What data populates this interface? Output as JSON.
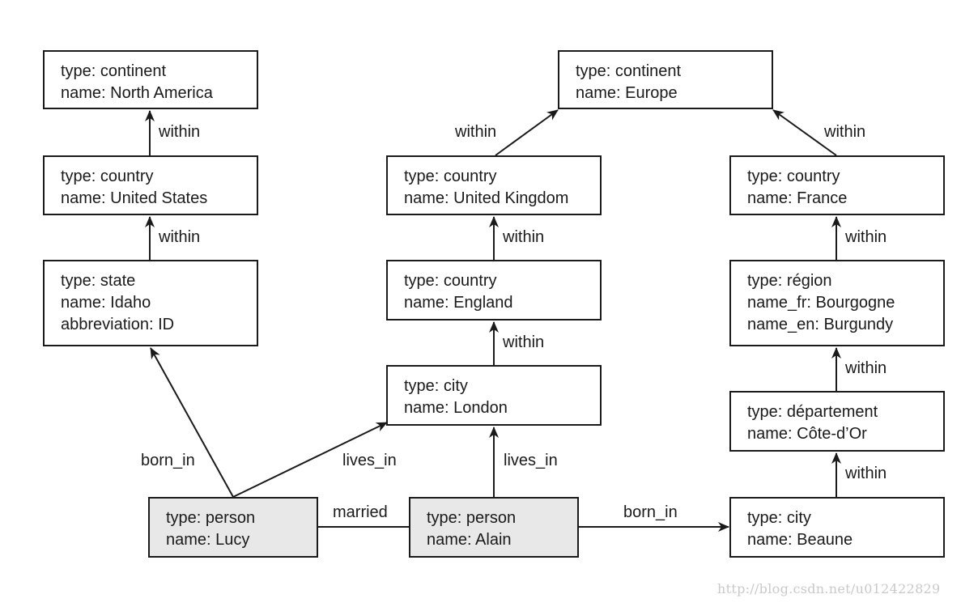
{
  "nodes": {
    "north_america": [
      "type: continent",
      "name: North America"
    ],
    "united_states": [
      "type: country",
      "name: United States"
    ],
    "idaho": [
      "type: state",
      "name: Idaho",
      "abbreviation: ID"
    ],
    "europe": [
      "type: continent",
      "name: Europe"
    ],
    "united_kingdom": [
      "type: country",
      "name: United Kingdom"
    ],
    "england": [
      "type: country",
      "name: England"
    ],
    "london": [
      "type: city",
      "name: London"
    ],
    "france": [
      "type: country",
      "name: France"
    ],
    "burgundy": [
      "type: région",
      "name_fr: Bourgogne",
      "name_en: Burgundy"
    ],
    "cote_dor": [
      "type: département",
      "name: Côte-d’Or"
    ],
    "beaune": [
      "type: city",
      "name: Beaune"
    ],
    "lucy": [
      "type: person",
      "name: Lucy"
    ],
    "alain": [
      "type: person",
      "name: Alain"
    ]
  },
  "edge_labels": {
    "us_within_na": "within",
    "idaho_within_us": "within",
    "uk_within_europe": "within",
    "france_within_europe": "within",
    "england_within_uk": "within",
    "london_within_england": "within",
    "burgundy_within_france": "within",
    "cote_dor_within_burgundy": "within",
    "beaune_within_cote_dor": "within",
    "lucy_born_in": "born_in",
    "lucy_lives_in": "lives_in",
    "alain_lives_in": "lives_in",
    "married": "married",
    "alain_born_in": "born_in"
  },
  "watermark": "http://blog.csdn.net/u012422829"
}
